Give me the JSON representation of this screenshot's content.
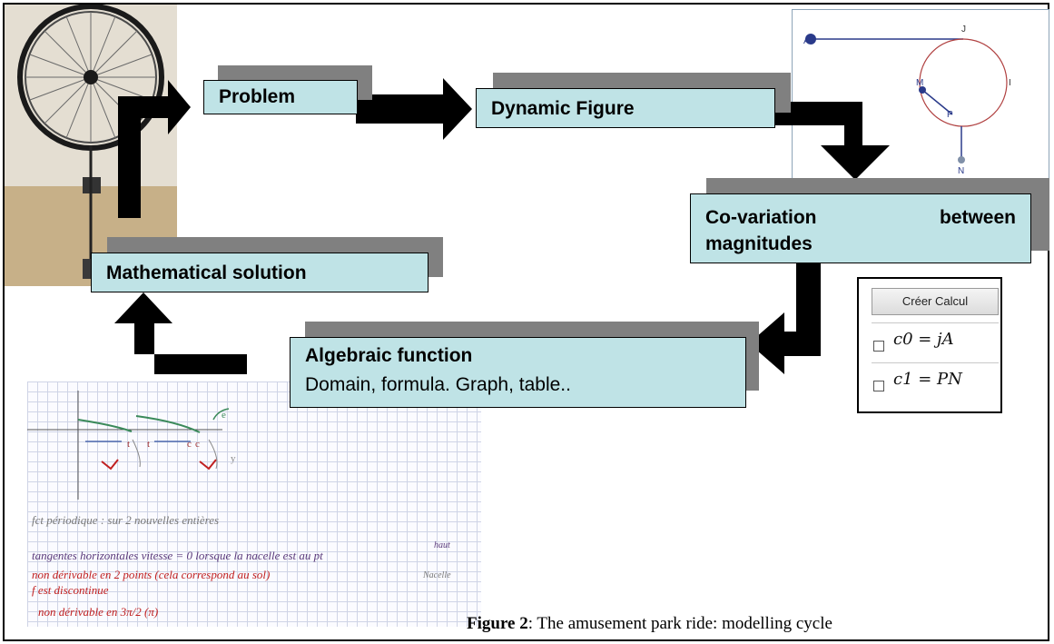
{
  "boxes": {
    "problem": "Problem",
    "dynamic_figure": "Dynamic Figure",
    "covariation_line1_left": "Co-variation",
    "covariation_line1_right": "between",
    "covariation_line2": "magnitudes",
    "mathematical_solution": "Mathematical solution",
    "algebraic_title": "Algebraic function",
    "algebraic_subtitle": "Domain, formula. Graph, table.."
  },
  "calc_panel": {
    "button_label": "Créer Calcul",
    "eq1": "c0 = jA",
    "eq2": "c1 = PN"
  },
  "geogebra_labels": {
    "point_a": "A",
    "point_j": "J",
    "point_i": "I",
    "point_m": "M",
    "point_p": "P",
    "point_n": "N"
  },
  "notebook": {
    "line1": "fct périodique : sur 2 nouvelles entières",
    "line2": "tangentes horizontales vitesse = 0 lorsque la nacelle est au pt",
    "line2b": "haut",
    "line3": "non dérivable en 2 points (cela correspond au sol)",
    "line3b": "Nacelle",
    "line4": "f est discontinue",
    "line5": "non dérivable en 3π/2 (π)",
    "graph_labels": [
      "t",
      "c",
      "t",
      "c",
      "e",
      "y"
    ]
  },
  "caption": {
    "label": "Figure 2",
    "text": ": The amusement park ride: modelling cycle"
  }
}
